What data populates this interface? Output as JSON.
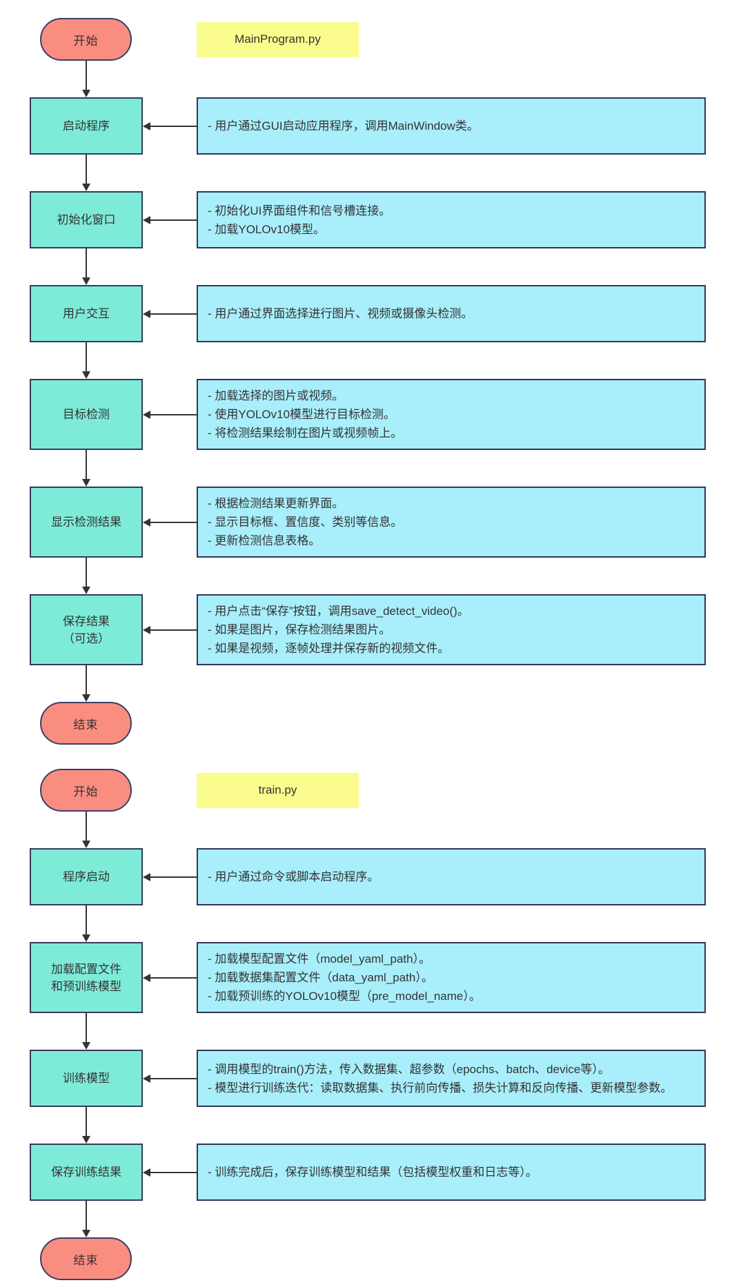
{
  "colors": {
    "process_fill": "#7EEBD9",
    "process_border": "#33395C",
    "desc_fill": "#A9EEFB",
    "desc_border": "#2F3558",
    "pill_fill": "#F98D80",
    "pill_border": "#3A3E63",
    "title_fill": "#FBFC8E",
    "arrow": "#333333"
  },
  "charts": [
    {
      "title": "MainProgram.py",
      "start_label": "开始",
      "end_label": "结束",
      "steps": [
        {
          "label": "启动程序",
          "lines": [
            "- 用户通过GUI启动应用程序，调用MainWindow类。"
          ]
        },
        {
          "label": "初始化窗口",
          "lines": [
            "- 初始化UI界面组件和信号槽连接。",
            "- 加载YOLOv10模型。"
          ]
        },
        {
          "label": "用户交互",
          "lines": [
            "- 用户通过界面选择进行图片、视频或摄像头检测。"
          ]
        },
        {
          "label": "目标检测",
          "lines": [
            "- 加载选择的图片或视频。",
            "- 使用YOLOv10模型进行目标检测。",
            "- 将检测结果绘制在图片或视频帧上。"
          ]
        },
        {
          "label": "显示检测结果",
          "lines": [
            "- 根据检测结果更新界面。",
            "- 显示目标框、置信度、类别等信息。",
            "- 更新检测信息表格。"
          ]
        },
        {
          "label": "保存结果\n（可选）",
          "lines": [
            "- 用户点击“保存”按钮，调用save_detect_video()。",
            "- 如果是图片，保存检测结果图片。",
            "- 如果是视频，逐帧处理并保存新的视频文件。"
          ]
        }
      ]
    },
    {
      "title": "train.py",
      "start_label": "开始",
      "end_label": "结束",
      "steps": [
        {
          "label": "程序启动",
          "lines": [
            "- 用户通过命令或脚本启动程序。"
          ]
        },
        {
          "label": "加载配置文件\n和预训练模型",
          "lines": [
            "- 加载模型配置文件（model_yaml_path）。",
            "- 加载数据集配置文件（data_yaml_path）。",
            "- 加载预训练的YOLOv10模型（pre_model_name）。"
          ]
        },
        {
          "label": "训练模型",
          "lines": [
            "- 调用模型的train()方法，传入数据集、超参数（epochs、batch、device等）。",
            "- 模型进行训练迭代：读取数据集、执行前向传播、损失计算和反向传播、更新模型参数。"
          ]
        },
        {
          "label": "保存训练结果",
          "lines": [
            "- 训练完成后，保存训练模型和结果（包括模型权重和日志等）。"
          ]
        }
      ]
    }
  ]
}
